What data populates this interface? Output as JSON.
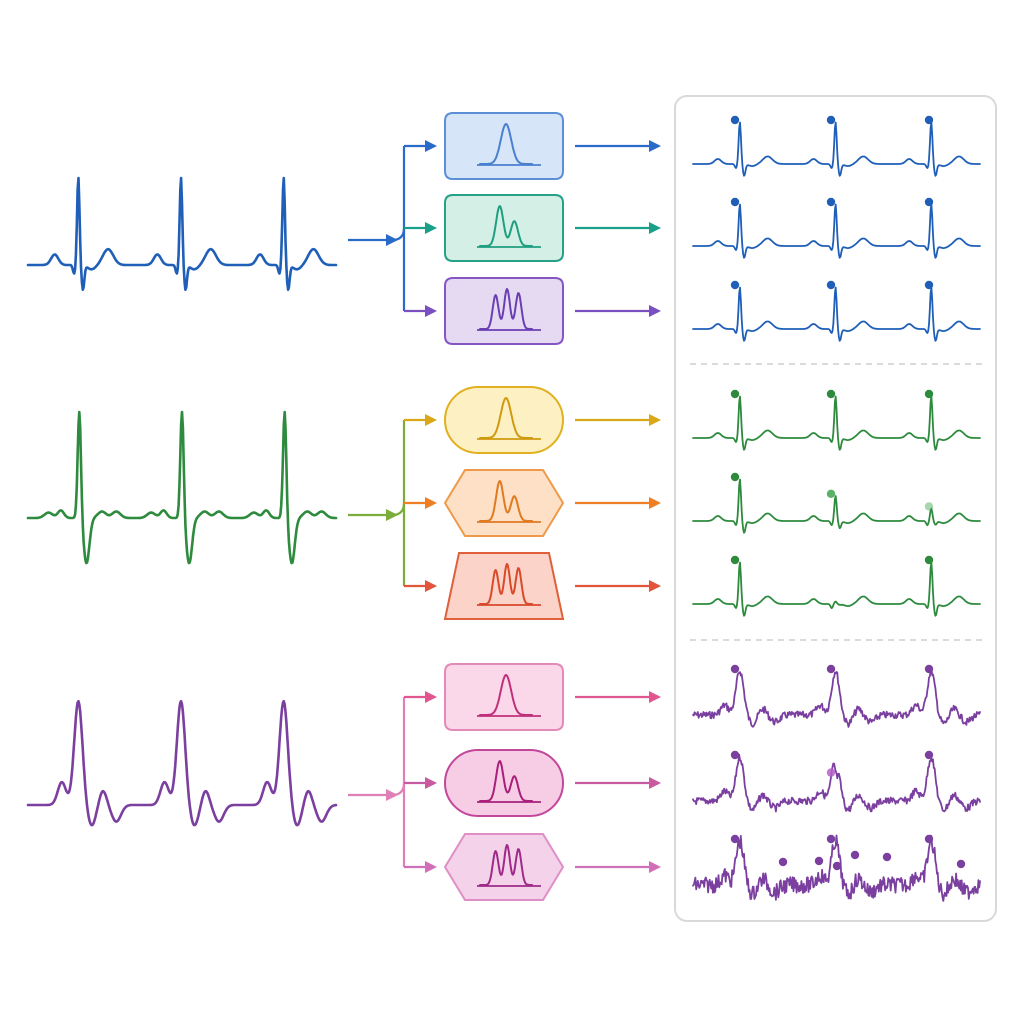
{
  "diagram": {
    "groups": [
      {
        "name": "group-1",
        "signal_style": "clean",
        "color": "#1f5fb8",
        "filters": [
          {
            "shape": "rect",
            "kernel": "single-peak",
            "fill": "#d6e6f8",
            "stroke": "#5c8fd6",
            "glyph": "#4a7fd0",
            "arrow": "#2a6bc9",
            "fork": "#2a6bc9"
          },
          {
            "shape": "rect",
            "kernel": "double-peak",
            "fill": "#d3efe6",
            "stroke": "#26a086",
            "glyph": "#1f9f80",
            "arrow": "#1aa08a",
            "fork": "#1aa08a"
          },
          {
            "shape": "rect",
            "kernel": "triple-peak",
            "fill": "#e6daf3",
            "stroke": "#8556c2",
            "glyph": "#6a3fb3",
            "arrow": "#7a4fc0",
            "fork": "#7a4fc0"
          }
        ],
        "outputs": [
          {
            "style": "clean",
            "peaks": [
              1,
              1,
              1
            ]
          },
          {
            "style": "clean",
            "peaks": [
              1,
              1,
              1
            ]
          },
          {
            "style": "clean",
            "peaks": [
              1,
              1,
              1
            ]
          }
        ]
      },
      {
        "name": "group-2",
        "signal_style": "biphasic",
        "color": "#2e8b3e",
        "filters": [
          {
            "shape": "pill",
            "kernel": "single-peak",
            "fill": "#fdf0c2",
            "stroke": "#e0b020",
            "glyph": "#d09a10",
            "arrow": "#d8a818",
            "fork": "#7aad3a"
          },
          {
            "shape": "hex",
            "kernel": "double-peak",
            "fill": "#fde0c6",
            "stroke": "#ef9a4a",
            "glyph": "#e07a20",
            "arrow": "#ee7f25",
            "fork": "#7aad3a"
          },
          {
            "shape": "trap",
            "kernel": "triple-peak",
            "fill": "#fbd3c8",
            "stroke": "#e0603c",
            "glyph": "#d84a2a",
            "arrow": "#e2553a",
            "fork": "#7aad3a"
          }
        ],
        "outputs": [
          {
            "style": "clean",
            "peaks": [
              1,
              1,
              1
            ]
          },
          {
            "style": "attenuated",
            "peaks": [
              1,
              0.6,
              0.3
            ]
          },
          {
            "style": "missing",
            "peaks": [
              1,
              0,
              1
            ]
          }
        ]
      },
      {
        "name": "group-3",
        "signal_style": "rounded",
        "color": "#7b3fa0",
        "filters": [
          {
            "shape": "rect",
            "kernel": "single-peak",
            "fill": "#fbd7ea",
            "stroke": "#e48ab8",
            "glyph": "#c0307a",
            "arrow": "#e0568f",
            "fork": "#e080b8"
          },
          {
            "shape": "pill",
            "kernel": "double-peak",
            "fill": "#f7cde6",
            "stroke": "#c2479a",
            "glyph": "#a8207a",
            "arrow": "#c85aa0",
            "fork": "#e080b8"
          },
          {
            "shape": "hex",
            "kernel": "triple-peak",
            "fill": "#f3d2ea",
            "stroke": "#e08ec6",
            "glyph": "#a02a8a",
            "arrow": "#d070b8",
            "fork": "#e080b8"
          }
        ],
        "outputs": [
          {
            "style": "noisy",
            "peaks": [
              1,
              1,
              1
            ]
          },
          {
            "style": "noisy-attenuated",
            "peaks": [
              1,
              0.6,
              1
            ]
          },
          {
            "style": "very-noisy",
            "peaks": [
              1,
              1,
              1
            ]
          }
        ]
      }
    ],
    "panel": {
      "border": "#d9d9d9",
      "separator": "#cfcfcf"
    }
  }
}
